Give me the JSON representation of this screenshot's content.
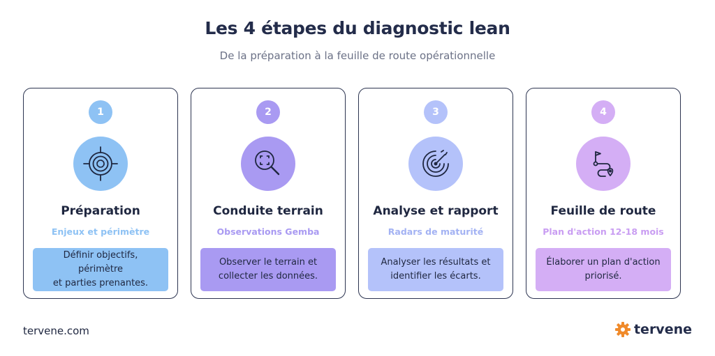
{
  "header": {
    "title": "Les 4 étapes du diagnostic lean",
    "subtitle": "De la préparation à la feuille de route opérationnelle"
  },
  "steps": [
    {
      "number": "1",
      "title": "Préparation",
      "subtitle": "Enjeux et périmètre",
      "description": "Définir objectifs, périmètre\net parties prenantes.",
      "icon": "target-icon",
      "colors": {
        "badge": "#8ec2f4",
        "icon_bg": "#8ec2f4",
        "subtitle": "#8ec2f4",
        "desc_bg": "#8ec2f4"
      }
    },
    {
      "number": "2",
      "title": "Conduite terrain",
      "subtitle": "Observations Gemba",
      "description": "Observer le terrain et\ncollecter les données.",
      "icon": "magnifier-icon",
      "colors": {
        "badge": "#a99af2",
        "icon_bg": "#a99af2",
        "subtitle": "#a99af2",
        "desc_bg": "#a99af2"
      }
    },
    {
      "number": "3",
      "title": "Analyse et rapport",
      "subtitle": "Radars de maturité",
      "description": "Analyser les résultats et\nidentifier les écarts.",
      "icon": "radar-icon",
      "colors": {
        "badge": "#b4c2fa",
        "icon_bg": "#b4c2fa",
        "subtitle": "#a3b2f3",
        "desc_bg": "#b4c2fa"
      }
    },
    {
      "number": "4",
      "title": "Feuille de route",
      "subtitle": "Plan d'action 12-18 mois",
      "description": "Élaborer un plan d'action\npriorisé.",
      "icon": "route-icon",
      "colors": {
        "badge": "#d4aef5",
        "icon_bg": "#d4aef5",
        "subtitle": "#c99df2",
        "desc_bg": "#d4aef5"
      }
    }
  ],
  "footer": {
    "url": "tervene.com",
    "brand_name": "tervene",
    "brand_icon": "gear-icon",
    "brand_color": "#f08a2a"
  }
}
